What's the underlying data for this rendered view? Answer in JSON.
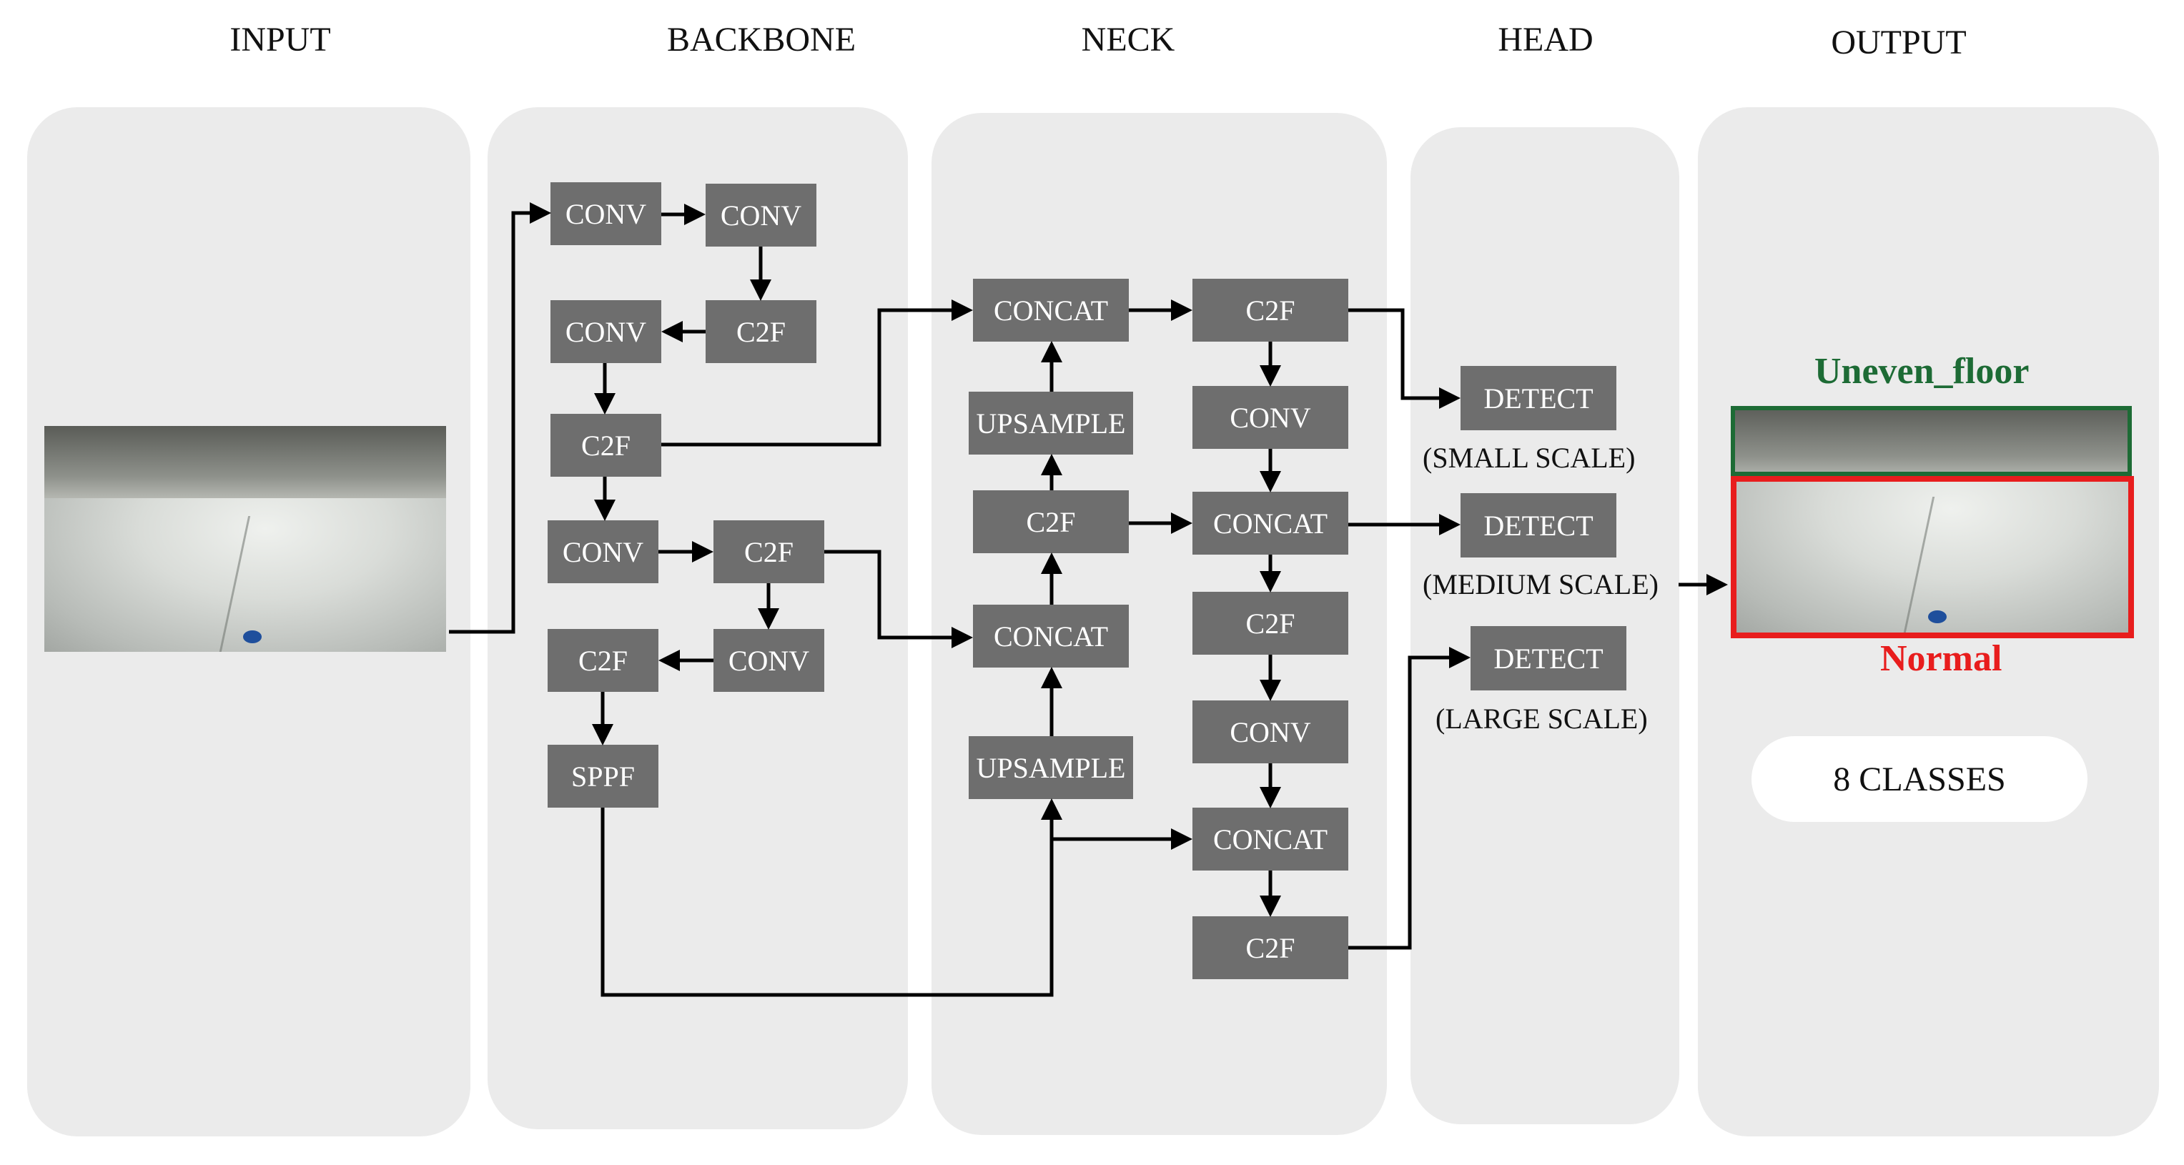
{
  "stages": {
    "input": "INPUT",
    "backbone": "BACKBONE",
    "neck": "NECK",
    "head": "HEAD",
    "output": "OUTPUT"
  },
  "backbone": {
    "b1": "CONV",
    "b2": "CONV",
    "b3": "C2F",
    "b4": "CONV",
    "b5": "C2F",
    "b6": "CONV",
    "b7": "C2F",
    "b8": "CONV",
    "b9": "C2F",
    "b10": "SPPF"
  },
  "neck": {
    "n1": "CONCAT",
    "n2": "UPSAMPLE",
    "n3": "C2F",
    "n4": "CONCAT",
    "n5": "UPSAMPLE",
    "n6": "C2F",
    "n7": "CONV",
    "n8": "CONCAT",
    "n9": "C2F",
    "n10": "CONV",
    "n11": "CONCAT",
    "n12": "C2F"
  },
  "head": {
    "d1": "DETECT",
    "d1_scale": "(SMALL SCALE)",
    "d2": "DETECT",
    "d2_scale": "(MEDIUM SCALE)",
    "d3": "DETECT",
    "d3_scale": "(LARGE SCALE)"
  },
  "output": {
    "label_top": "Uneven_floor",
    "label_bottom": "Normal",
    "classes": "8 CLASSES"
  },
  "colors": {
    "panel": "#ebebeb",
    "block": "#6e6e6e",
    "uneven": "#1d6b35",
    "normal": "#e81d1d"
  }
}
